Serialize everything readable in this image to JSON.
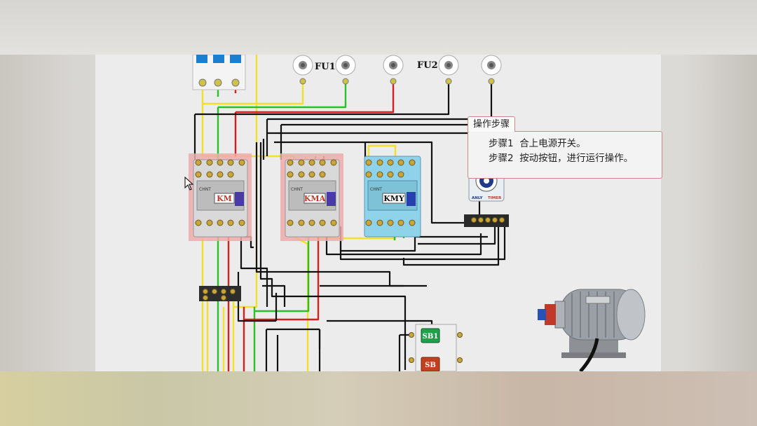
{
  "diagram": {
    "fuse_labels": [
      "FU1",
      "FU2"
    ],
    "contactors": [
      {
        "id": "KM",
        "label": "KM",
        "brand": "CHNT",
        "highlight": true,
        "color": "#f0aaaa"
      },
      {
        "id": "KMA",
        "label": "KMA",
        "brand": "CHNT",
        "highlight": true,
        "color": "#f0aaaa"
      },
      {
        "id": "KMY",
        "label": "KMY",
        "brand": "CHNT",
        "highlight": false,
        "color": "#8fd3ea"
      }
    ],
    "timer": {
      "brand": "ANLY",
      "model": "TIMER"
    },
    "buttons": [
      {
        "id": "SB1",
        "label": "SB1",
        "color": "#1fa14a"
      },
      {
        "id": "SB",
        "label": "SB",
        "color": "#c2401f"
      }
    ],
    "wire_colors": {
      "yellow": "#f2e02a",
      "green": "#2bbf2b",
      "red": "#d42020",
      "black": "#111111"
    }
  },
  "panel": {
    "tab_label": "操作步骤",
    "steps": [
      {
        "prefix": "步骤1",
        "text": "合上电源开关。"
      },
      {
        "prefix": "步骤2",
        "text": "按动按钮，进行运行操作。"
      }
    ]
  }
}
